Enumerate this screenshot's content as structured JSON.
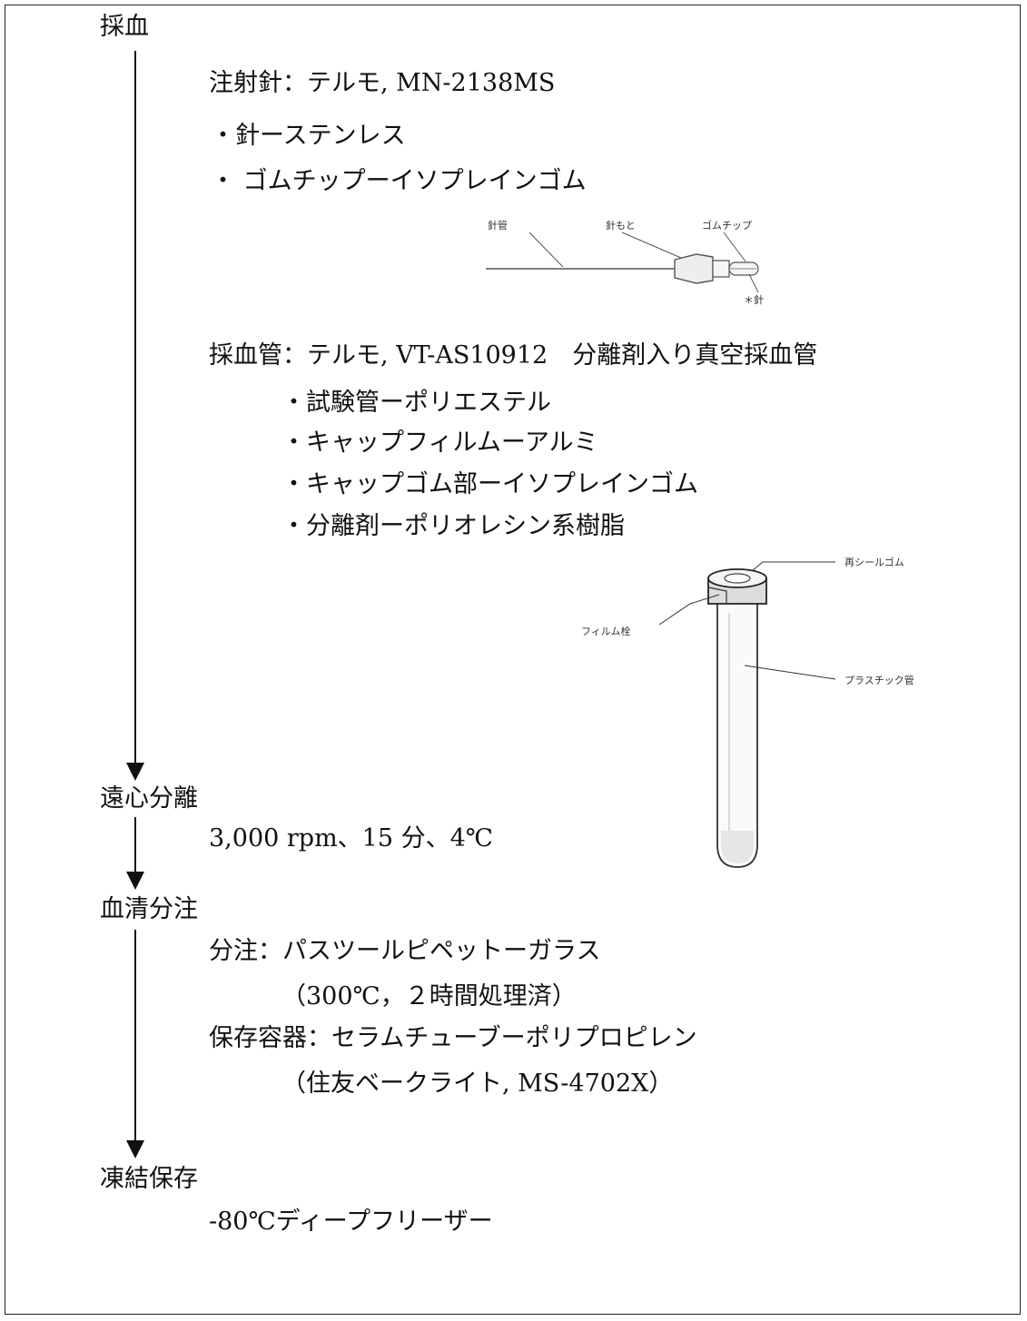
{
  "steps": {
    "blood_collection": "採血",
    "centrifugation": "遠心分離",
    "serum_dispensing": "血清分注",
    "frozen_storage": "凍結保存"
  },
  "needle": {
    "line": "注射針：テルモ, MN-2138MS",
    "materials": [
      "・針ーステンレス",
      "・ ゴムチップーイソプレインゴム"
    ],
    "figure_labels": {
      "needle_tube": "針管",
      "needle_hub": "針もと",
      "rubber_tip": "ゴムチップ",
      "back_needle": "＊針"
    }
  },
  "tube": {
    "line": "採血管：テルモ, VT-AS10912　分離剤入り真空採血管",
    "materials": [
      "・試験管ーポリエステル",
      "・キャップフィルムーアルミ",
      "・キャップゴム部ーイソプレインゴム",
      "・分離剤ーポリオレシン系樹脂"
    ],
    "figure_labels": {
      "reseal_rubber": "再シールゴム",
      "film_stopper": "フィルム栓",
      "plastic_tube": "プラスチック管"
    }
  },
  "centrifuge": {
    "conditions": "3,000 rpm、15 分、4℃"
  },
  "dispensing": {
    "pipette": "分注：パスツールピペットーガラス",
    "pipette_note": "（300℃，２時間処理済）",
    "container": "保存容器：セラムチューブーポリプロピレン",
    "container_note": "（住友ベークライト, MS-4702X）"
  },
  "freezer": {
    "condition": "-80℃ディープフリーザー"
  }
}
